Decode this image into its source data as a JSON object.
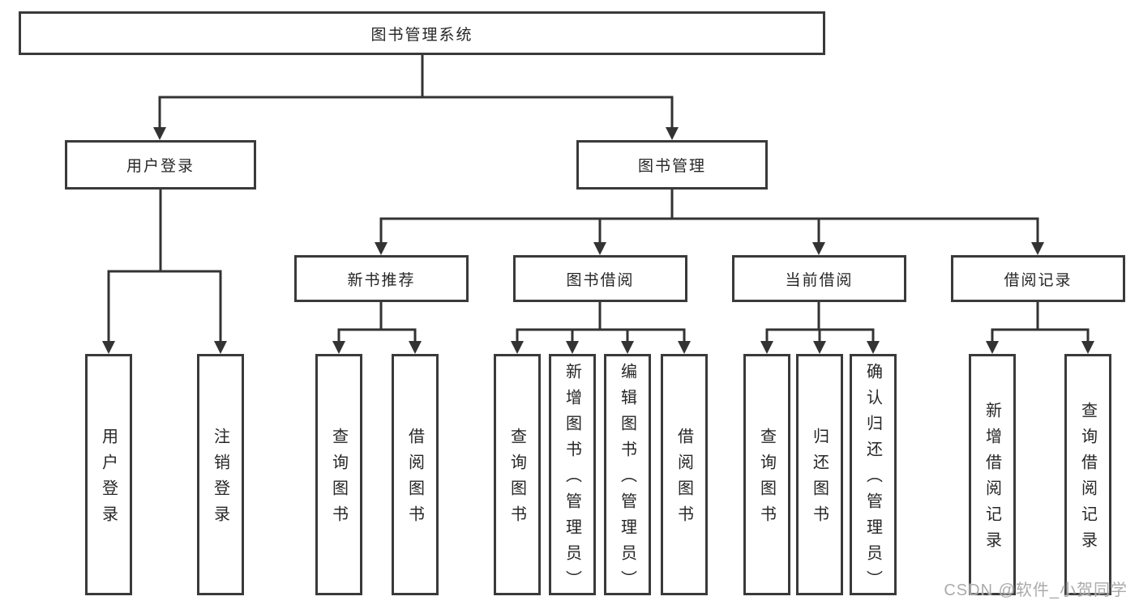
{
  "tree": {
    "root": {
      "label": "图书管理系统",
      "children": [
        {
          "label": "用户登录",
          "children": [
            {
              "label": "用户登录"
            },
            {
              "label": "注销登录"
            }
          ]
        },
        {
          "label": "图书管理",
          "children": [
            {
              "label": "新书推荐",
              "children": [
                {
                  "label": "查询图书"
                },
                {
                  "label": "借阅图书"
                }
              ]
            },
            {
              "label": "图书借阅",
              "children": [
                {
                  "label": "查询图书"
                },
                {
                  "label": "新增图书（管理员）"
                },
                {
                  "label": "编辑图书（管理员）"
                },
                {
                  "label": "借阅图书"
                }
              ]
            },
            {
              "label": "当前借阅",
              "children": [
                {
                  "label": "查询图书"
                },
                {
                  "label": "归还图书"
                },
                {
                  "label": "确认归还（管理员）"
                }
              ]
            },
            {
              "label": "借阅记录",
              "children": [
                {
                  "label": "新增借阅记录"
                },
                {
                  "label": "查询借阅记录"
                }
              ]
            }
          ]
        }
      ]
    }
  },
  "watermark": "CSDN @软件_小贺同学",
  "colors": {
    "line": "#333333",
    "box_border": "#3a3a3a",
    "box_background": "#ffffff",
    "text": "#262626",
    "watermark": "#a4a4a4"
  }
}
